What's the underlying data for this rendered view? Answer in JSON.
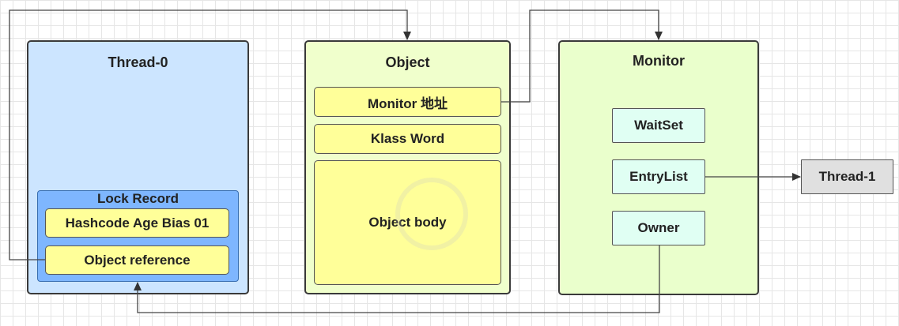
{
  "thread0": {
    "title": "Thread-0",
    "lock_record": {
      "title": "Lock Record",
      "hashcode": "Hashcode Age Bias 01",
      "object_reference": "Object reference"
    }
  },
  "object": {
    "title": "Object",
    "monitor_address": "Monitor 地址",
    "klass_word": "Klass Word",
    "body": "Object body"
  },
  "monitor": {
    "title": "Monitor",
    "waitset": "WaitSet",
    "entrylist": "EntryList",
    "owner": "Owner"
  },
  "thread1": {
    "label": "Thread-1"
  },
  "colors": {
    "thread_panel": "#cce5ff",
    "lock_record": "#7eb6ff",
    "object_panel": "#f0ffcc",
    "monitor_panel": "#eaffcc",
    "field_yellow": "#ffff99",
    "monitor_field": "#e0fff3",
    "thread1_box": "#e0e0e0"
  }
}
